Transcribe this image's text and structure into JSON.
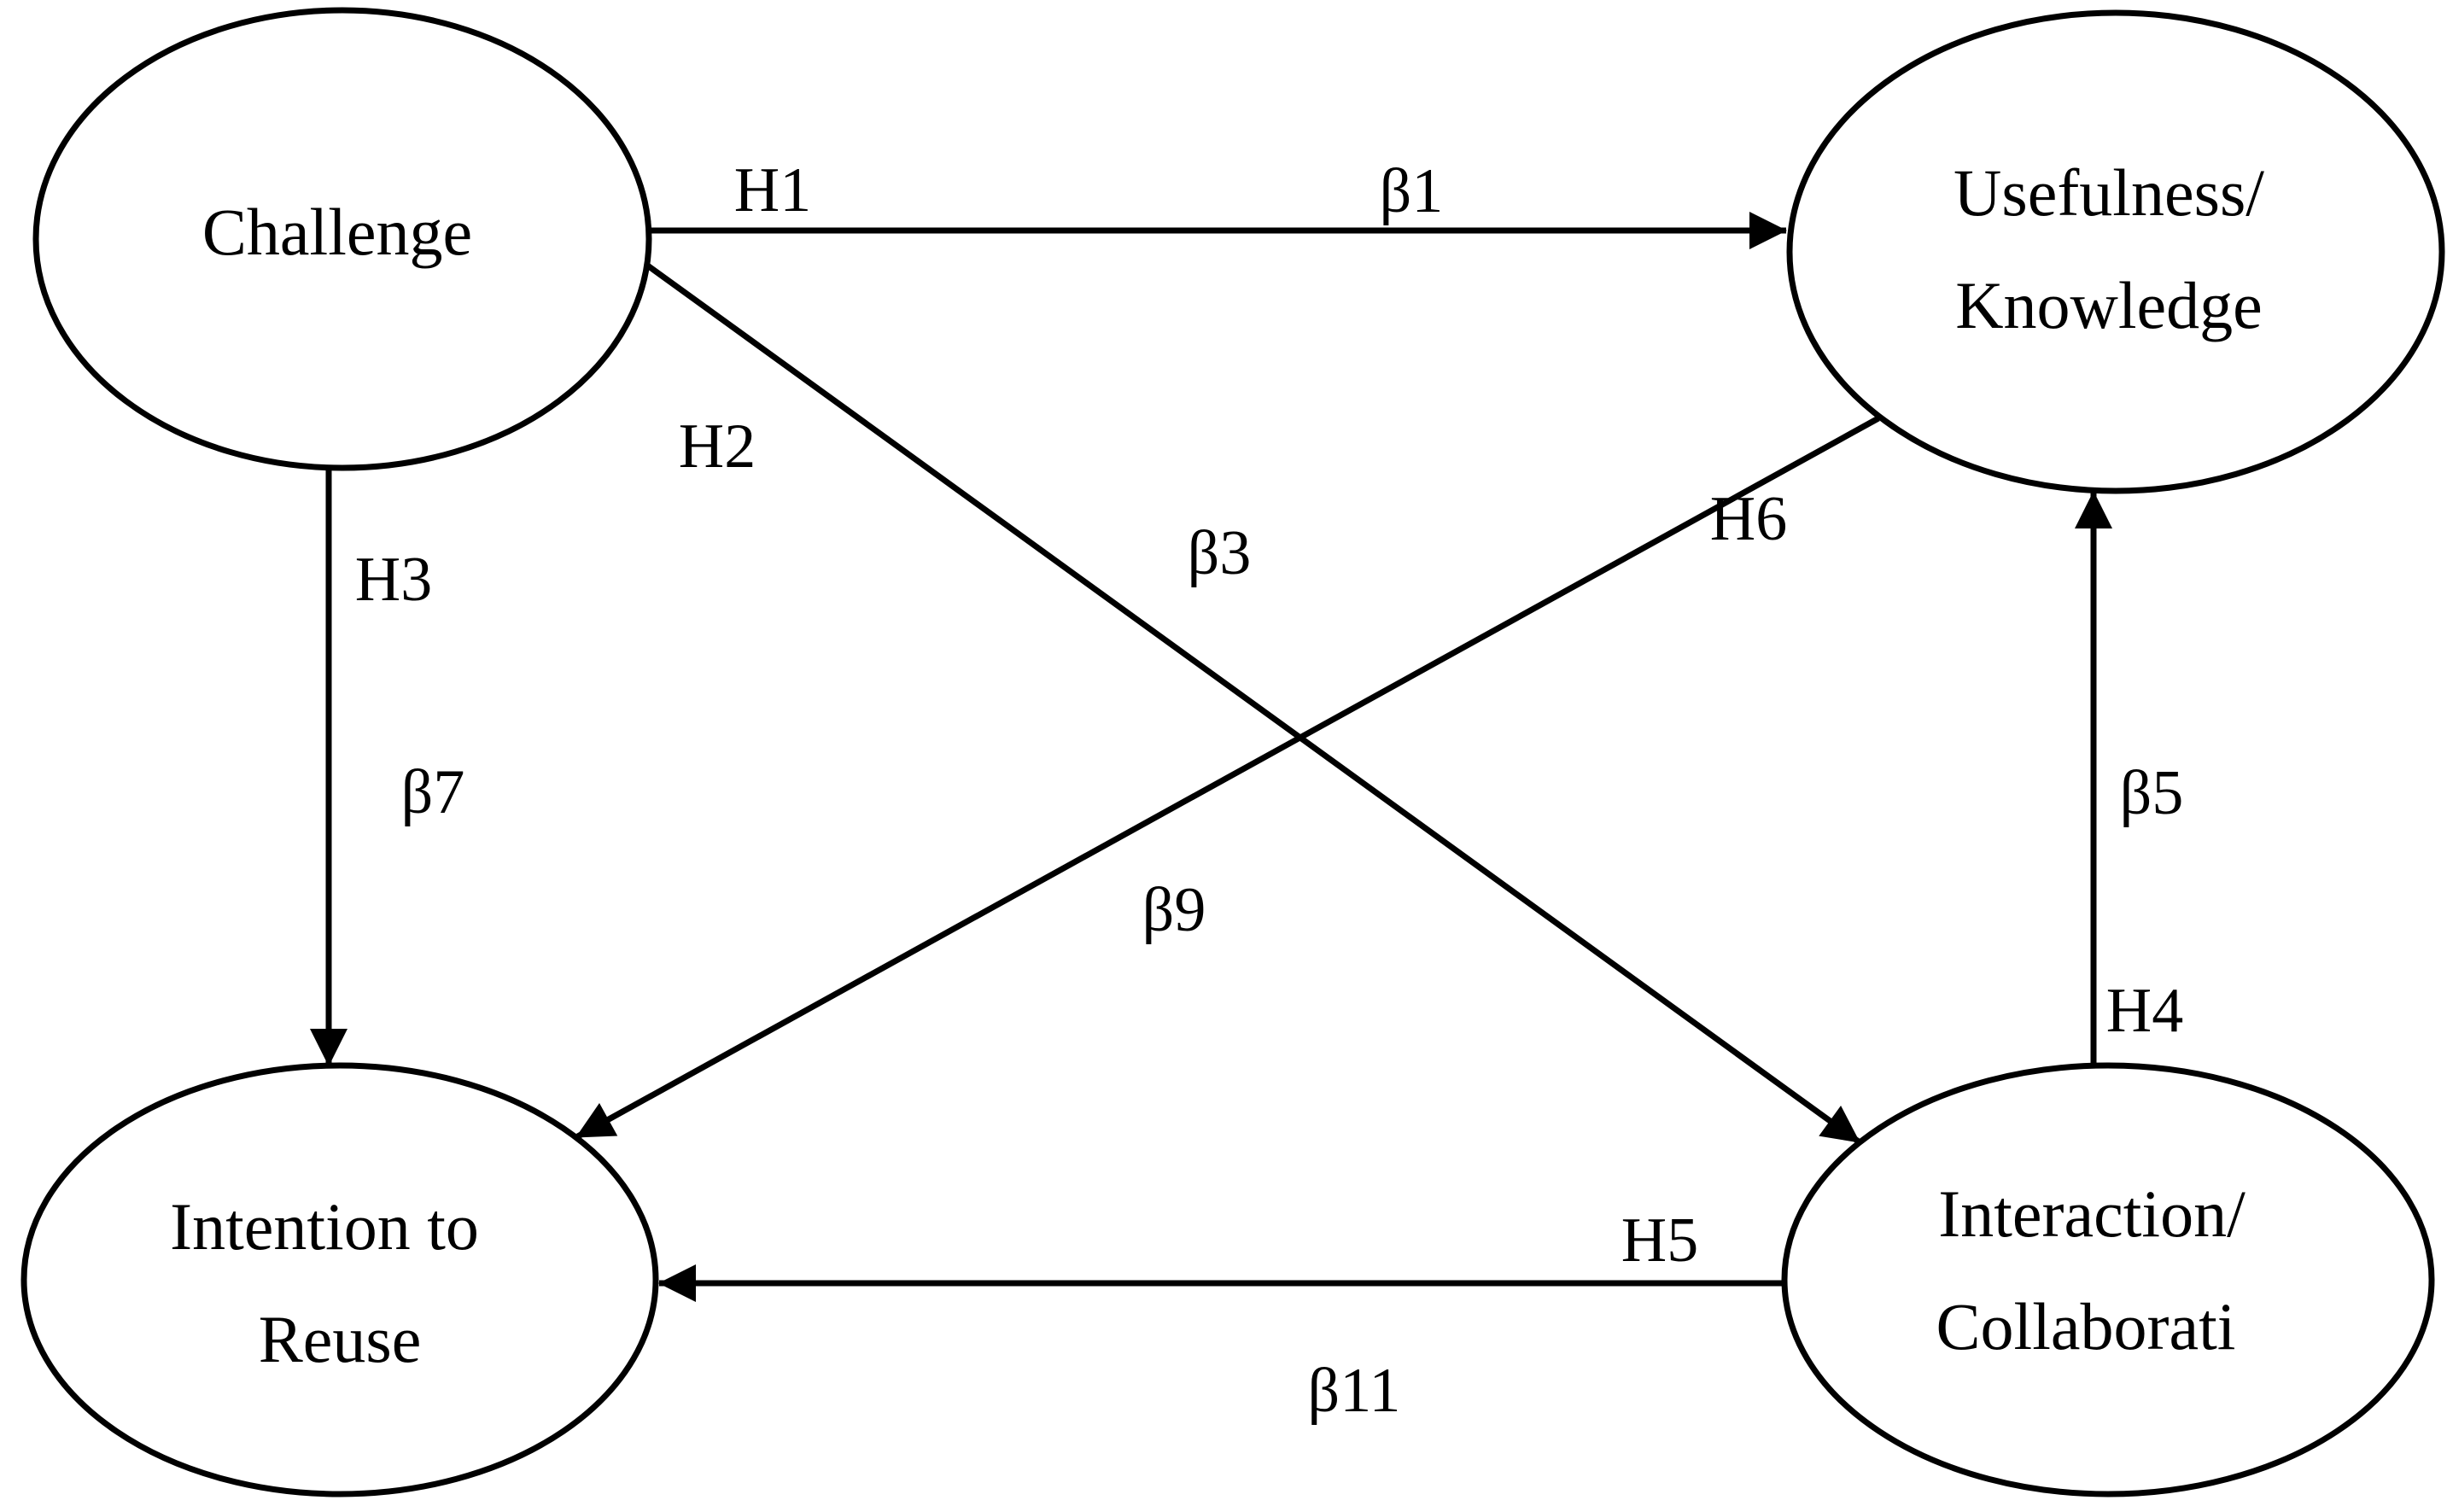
{
  "figure": {
    "type": "path-model-diagram",
    "background_color": "#ffffff",
    "ink_color": "#000000"
  },
  "nodes": {
    "challenge": {
      "label": "Challenge"
    },
    "usefulness": {
      "line1": "Usefulness/",
      "line2": "Knowledge"
    },
    "intention": {
      "line1": "Intention to",
      "line2": "Reuse"
    },
    "interaction": {
      "line1": "Interaction/",
      "line2": "Collaborati"
    }
  },
  "edges": {
    "h1": {
      "hypothesis": "H1",
      "coefficient": "β1",
      "from": "Challenge",
      "to": "Usefulness/Knowledge"
    },
    "h2": {
      "hypothesis": "H2",
      "coefficient": "β3",
      "from": "Challenge",
      "to": "Interaction/Collaborati"
    },
    "h3": {
      "hypothesis": "H3",
      "coefficient": "β7",
      "from": "Challenge",
      "to": "Intention to Reuse"
    },
    "h4": {
      "hypothesis": "H4",
      "coefficient": "β5",
      "from": "Interaction/Collaborati",
      "to": "Usefulness/Knowledge"
    },
    "h5": {
      "hypothesis": "H5",
      "coefficient": "β11",
      "from": "Interaction/Collaborati",
      "to": "Intention to Reuse"
    },
    "h6": {
      "hypothesis": "H6",
      "coefficient": "β9",
      "from": "Usefulness/Knowledge",
      "to": "Intention to Reuse"
    }
  }
}
